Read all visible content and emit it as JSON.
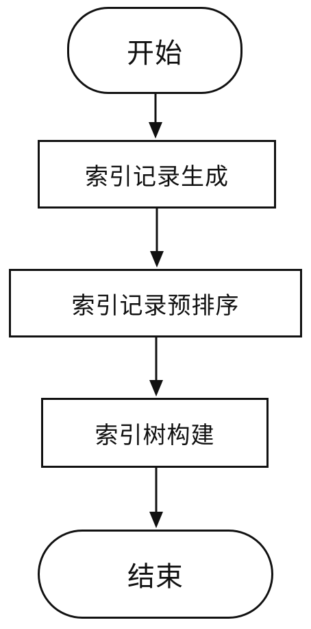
{
  "flowchart": {
    "nodes": [
      {
        "id": "start",
        "shape": "terminal",
        "label": "开始"
      },
      {
        "id": "s1",
        "shape": "process",
        "label": "索引记录生成"
      },
      {
        "id": "s2",
        "shape": "process",
        "label": "索引记录预排序"
      },
      {
        "id": "s3",
        "shape": "process",
        "label": "索引树构建"
      },
      {
        "id": "end",
        "shape": "terminal",
        "label": "结束"
      }
    ],
    "edges": [
      {
        "from": "start",
        "to": "s1"
      },
      {
        "from": "s1",
        "to": "s2"
      },
      {
        "from": "s2",
        "to": "s3"
      },
      {
        "from": "s3",
        "to": "end"
      }
    ],
    "colors": {
      "stroke": "#111111",
      "fill": "#ffffff",
      "text": "#111111"
    }
  }
}
